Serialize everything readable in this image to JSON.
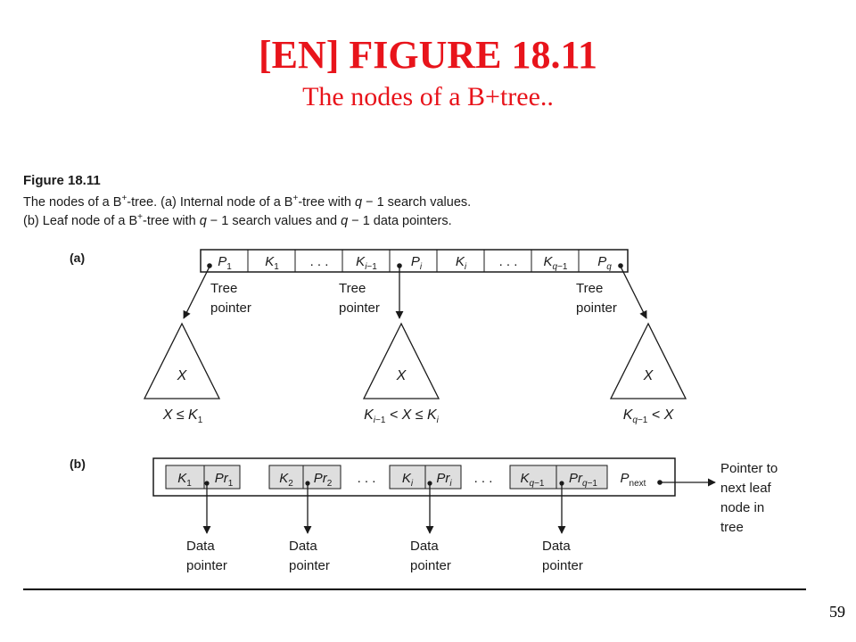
{
  "slide": {
    "title": "[EN] FIGURE 18.11",
    "subtitle": "The nodes of a B+tree..",
    "page_number": "59"
  },
  "figure": {
    "label": "Figure 18.11",
    "caption_line1": "The nodes of a B+-tree. (a) Internal node of a B+-tree with q − 1 search values.",
    "caption_line2": "(b) Leaf node of a B+-tree with q − 1 search values and q − 1 data pointers.",
    "part_a_label": "(a)",
    "part_b_label": "(b)",
    "internal_node_cells": [
      "P1",
      "K1",
      ". . .",
      "Ki−1",
      "Pi",
      "Ki",
      ". . .",
      "Kq−1",
      "Pq"
    ],
    "tree_pointer_line1": "Tree",
    "tree_pointer_line2": "pointer",
    "subtree_symbol": "X",
    "subtree_conditions": [
      "X ≤ K1",
      "Ki−1 < X ≤ Ki",
      "Kq−1 < X"
    ],
    "leaf_pairs": [
      {
        "key": "K1",
        "pointer": "Pr1"
      },
      {
        "key": "K2",
        "pointer": "Pr2"
      },
      {
        "key": "Ki",
        "pointer": "Pri"
      },
      {
        "key": "Kq−1",
        "pointer": "Prq−1"
      }
    ],
    "ellipsis": ". . .",
    "p_next": "Pnext",
    "next_leaf_lines": [
      "Pointer to",
      "next leaf",
      "node in",
      "tree"
    ],
    "data_pointer_line1": "Data",
    "data_pointer_line2": "pointer"
  }
}
